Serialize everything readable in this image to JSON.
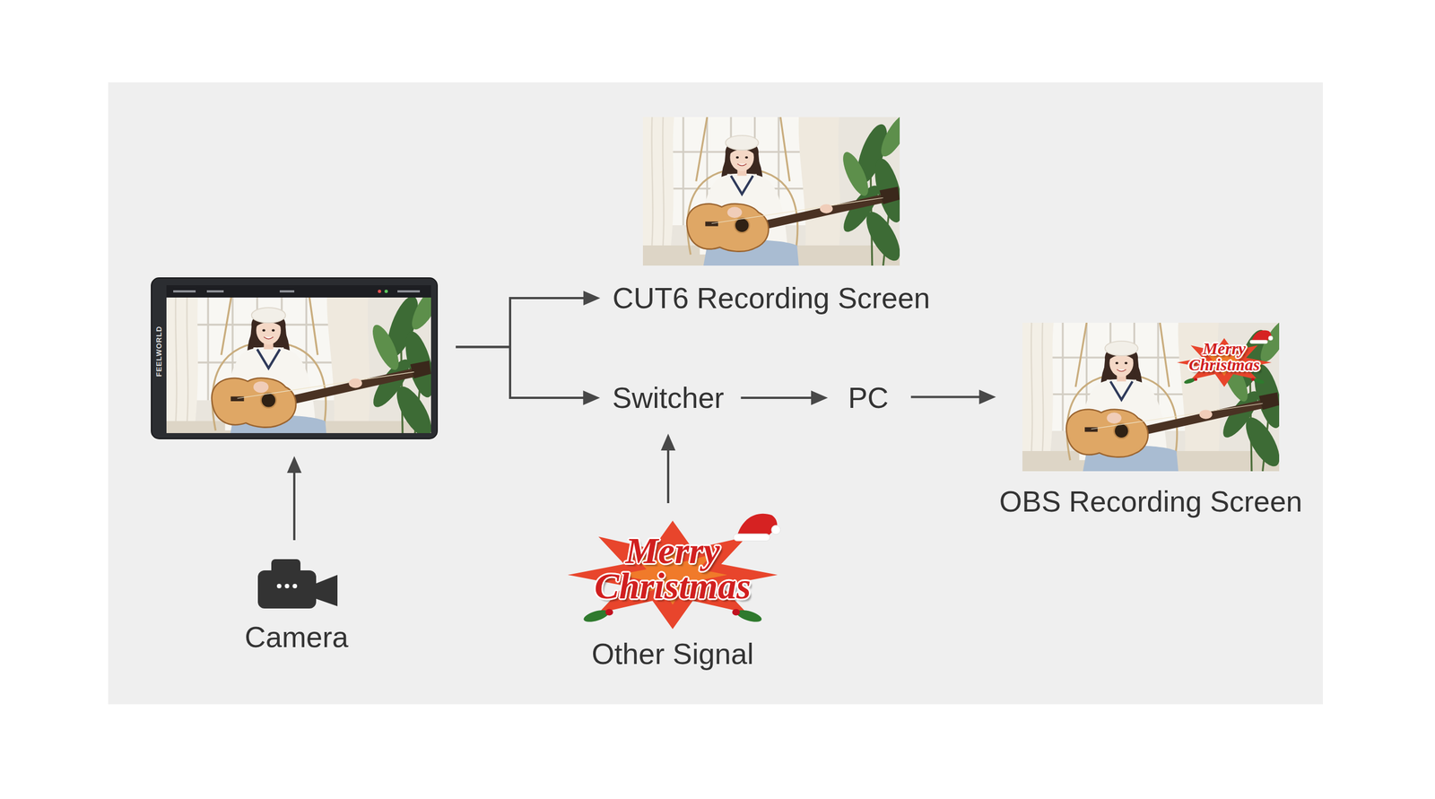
{
  "diagram": {
    "nodes": [
      {
        "text": [
          "FEELWORLD"
        ]
      },
      {
        "text": [
          "CUT6 Recording Screen"
        ]
      },
      {
        "text": [
          "Switcher"
        ]
      },
      {
        "text": [
          "PC"
        ]
      },
      {
        "text": [
          "Merry Christmas",
          "OBS Recording Screen"
        ]
      },
      {
        "text": [
          "Camera"
        ]
      },
      {
        "text": [
          "Merry Christmas",
          "Other Signal"
        ]
      }
    ],
    "edges": [
      {
        "from": 5,
        "to": 0,
        "arrow": "to"
      },
      {
        "from": 0,
        "to": 1,
        "arrow": "to"
      },
      {
        "from": 0,
        "to": 2,
        "arrow": "to"
      },
      {
        "from": 6,
        "to": 2,
        "arrow": "to"
      },
      {
        "from": 2,
        "to": 3,
        "arrow": "to"
      },
      {
        "from": 3,
        "to": 4,
        "arrow": "to"
      }
    ]
  }
}
